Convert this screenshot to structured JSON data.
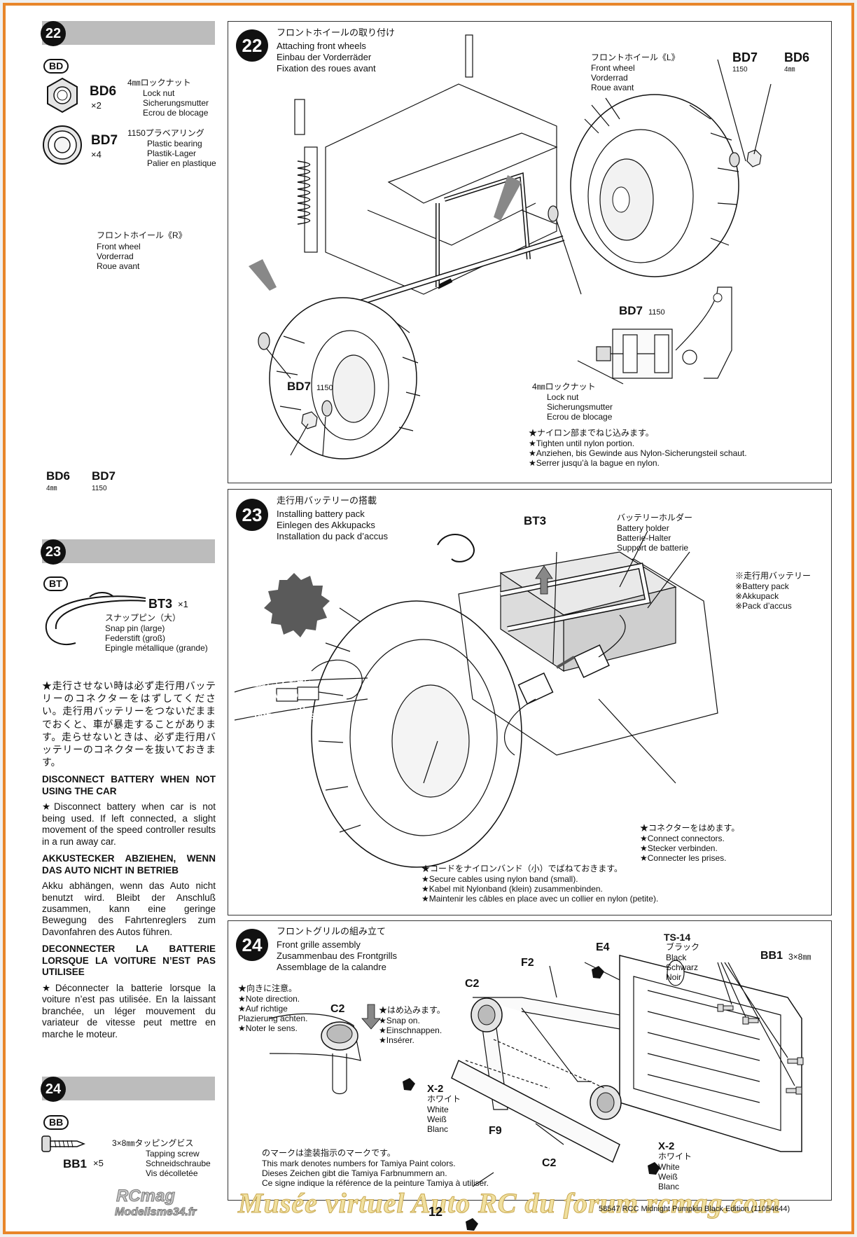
{
  "left": {
    "step22": {
      "num": "22",
      "bag": "BD",
      "parts": [
        {
          "code": "BD6",
          "qty": "×2",
          "desc": [
            "4㎜ロックナット",
            "Lock nut",
            "Sicherungsmutter",
            "Ecrou de blocage"
          ]
        },
        {
          "code": "BD7",
          "qty": "×4",
          "desc": [
            "1150プラベアリング",
            "Plastic bearing",
            "Plastik-Lager",
            "Palier en plastique"
          ]
        }
      ]
    },
    "step23": {
      "num": "23",
      "bag": "BT",
      "part": {
        "code": "BT3",
        "qty": "×1",
        "desc": [
          "スナップピン（大）",
          "Snap pin (large)",
          "Federstift (groß)",
          "Epingle métallique (grande)"
        ]
      }
    },
    "notes": {
      "jp": "★走行させない時は必ず走行用バッテリーのコネクターをはずしてください。走行用バッテリーをつないだままでおくと、車が暴走することがあります。走らせないときは、必ず走行用バッテリーのコネクターを抜いておきます。",
      "en_h": "DISCONNECT BATTERY WHEN NOT USING THE CAR",
      "en": "★Disconnect battery when car is not being used. If left connected, a slight movement of the speed controller results in a run away car.",
      "de_h": "AKKUSTECKER ABZIEHEN, WENN DAS AUTO NICHT IN BETRIEB",
      "de": "Akku abhängen, wenn das Auto nicht benutzt wird. Bleibt der Anschluß zusammen, kann eine geringe Bewegung des Fahrtenreglers zum Davonfahren des Autos führen.",
      "fr_h": "DECONNECTER LA BATTERIE LORSQUE LA VOITURE N’EST PAS UTILISEE",
      "fr": "★Déconnecter la batterie lorsque la voiture n’est pas utilisée. En la laissant branchée, un léger mouvement du variateur de vitesse peut mettre en marche le moteur."
    },
    "step24": {
      "num": "24",
      "bag": "BB",
      "part": {
        "code": "BB1",
        "qty": "×5",
        "desc": [
          "3×8㎜タッピングビス",
          "Tapping screw",
          "Schneidschraube",
          "Vis décolletée"
        ]
      }
    }
  },
  "panel22": {
    "num": "22",
    "title": [
      "フロントホイールの取り付け",
      "Attaching front wheels",
      "Einbau der Vorderräder",
      "Fixation des roues avant"
    ],
    "wheel_l": [
      "フロントホイール《L》",
      "Front wheel",
      "Vorderrad",
      "Roue avant"
    ],
    "wheel_r": [
      "フロントホイール《R》",
      "Front wheel",
      "Vorderrad",
      "Roue avant"
    ],
    "bd7": "BD7",
    "bd6": "BD6",
    "bd7_size": "1150",
    "bd6_size": "4㎜",
    "locknut": [
      "4㎜ロックナット",
      "Lock nut",
      "Sicherungsmutter",
      "Ecrou de blocage"
    ],
    "tighten": [
      "★ナイロン部までねじ込みます。",
      "★Tighten until nylon portion.",
      "★Anziehen, bis Gewinde aus Nylon-Sicherungsteil schaut.",
      "★Serrer jusqu’à la bague en nylon."
    ]
  },
  "panel23": {
    "num": "23",
    "title": [
      "走行用バッテリーの搭載",
      "Installing battery pack",
      "Einlegen des Akkupacks",
      "Installation du pack d’accus"
    ],
    "bt3": "BT3",
    "holder": [
      "バッテリーホルダー",
      "Battery holder",
      "Batterie-Halter",
      "Support de batterie"
    ],
    "pack": [
      "※走行用バッテリー",
      "※Battery pack",
      "※Akkupack",
      "※Pack d’accus"
    ],
    "caution": [
      "注意してください。",
      "CAUTION",
      "VORSICHT",
      "PRECAUTIONS"
    ],
    "connect": [
      "★コネクターをはめます。",
      "★Connect connectors.",
      "★Stecker verbinden.",
      "★Connecter les prises."
    ],
    "cables": [
      "★コードをナイロンバンド（小）でばねておきます。",
      "★Secure cables using nylon band (small).",
      "★Kabel mit Nylonband (klein) zusammenbinden.",
      "★Maintenir les câbles en place avec un collier en nylon (petite)."
    ]
  },
  "panel24": {
    "num": "24",
    "title": [
      "フロントグリルの組み立て",
      "Front grille assembly",
      "Zusammenbau des Frontgrills",
      "Assemblage de la calandre"
    ],
    "direction": [
      "★向きに注意。",
      "★Note direction.",
      "★Auf richtige",
      "Plazierung achten.",
      "★Noter le sens."
    ],
    "snap": [
      "★はめ込みます。",
      "★Snap on.",
      "★Einschnappen.",
      "★Insérer."
    ],
    "ts14": [
      "TS-14",
      "ブラック",
      "Black",
      "Schwarz",
      "Noir"
    ],
    "bb1": "BB1",
    "bb1_size": "3×8㎜",
    "x2": [
      "X-2",
      "ホワイト",
      "White",
      "Weiß",
      "Blanc"
    ],
    "parts": {
      "c2": "C2",
      "f2": "F2",
      "e4": "E4",
      "f9": "F9"
    },
    "paint_note": [
      "のマークは塗装指示のマークです。",
      "This mark denotes numbers for Tamiya Paint colors.",
      "Dieses Zeichen gibt die Tamiya Farbnummern an.",
      "Ce signe indique la référence de la peinture Tamiya à utiliser."
    ]
  },
  "footer": {
    "page": "12",
    "product": "58547  RCC Midnight Pumpkin Black Edition (11054644)",
    "watermark": "Musée virtuel Auto RC du forum rcmag.com",
    "logo1": "RCmag",
    "logo2": "Modelisme34.fr"
  },
  "colors": {
    "border": "#e8862a",
    "step_bar": "#bcbcbc",
    "watermark": "#f0e0a0"
  }
}
